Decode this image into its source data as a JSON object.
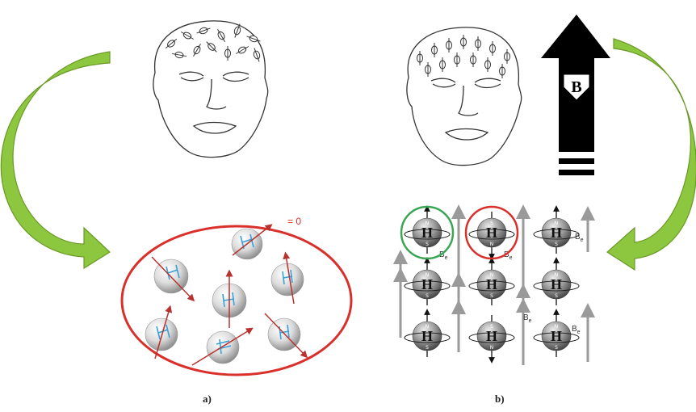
{
  "captions": {
    "a": "a)",
    "b": "b)"
  },
  "panel_a": {
    "zero_label": "= 0",
    "proton_count": 7
  },
  "panel_b": {
    "arrow_symbol": "B",
    "atom_label": "H",
    "pole_n": "N",
    "pole_s": "S",
    "field_label": "B",
    "field_subscript": "e"
  },
  "colors": {
    "curved_arrow": "#8dc63f",
    "curved_arrow_dark": "#6a9a26",
    "ellipse": "#d9302c",
    "green_ring": "#3aa655",
    "red_ring": "#d9302c",
    "proton_arrow": "#b8322f",
    "hydrogen_blue": "#3aa0d8",
    "field_arrow": "#9a9a9a",
    "big_arrow": "#000000"
  }
}
